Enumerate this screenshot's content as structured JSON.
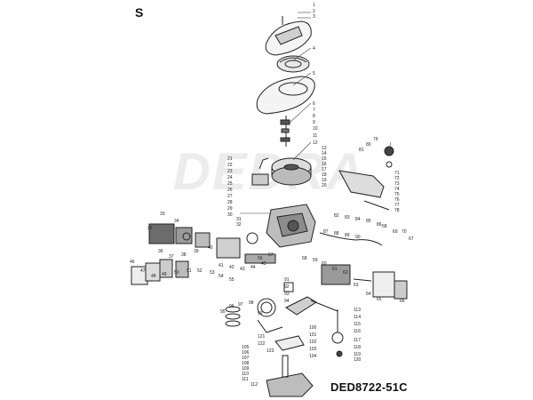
{
  "page": {
    "corner_letter": "S",
    "model_code": "DED8722-51C",
    "watermark": "DEDRA"
  },
  "callouts": [
    "1",
    "2",
    "3",
    "4",
    "5",
    "6",
    "7",
    "8",
    "9",
    "10",
    "11",
    "12",
    "13",
    "14",
    "15",
    "16",
    "17",
    "18",
    "19",
    "20",
    "21",
    "22",
    "23",
    "24",
    "25",
    "26",
    "27",
    "28",
    "29",
    "30",
    "31",
    "32",
    "33",
    "34",
    "35",
    "36",
    "37",
    "38",
    "39",
    "40",
    "41",
    "42",
    "43",
    "44",
    "45",
    "46",
    "47",
    "48",
    "49",
    "50",
    "51",
    "52",
    "53",
    "54",
    "55",
    "56",
    "57",
    "58",
    "59",
    "60",
    "61",
    "62",
    "63",
    "64",
    "65",
    "66",
    "67",
    "68",
    "69",
    "70",
    "71",
    "72",
    "73",
    "74",
    "75",
    "76",
    "77",
    "78",
    "79",
    "80",
    "81",
    "82",
    "83",
    "84",
    "85",
    "86",
    "87",
    "88",
    "89",
    "90",
    "91",
    "92",
    "93",
    "94",
    "95",
    "96",
    "97",
    "98",
    "99",
    "100",
    "101",
    "102",
    "103",
    "104",
    "105",
    "106",
    "107",
    "108",
    "109",
    "110",
    "111",
    "112",
    "113",
    "114",
    "115",
    "116",
    "117",
    "118",
    "119",
    "120",
    "121",
    "122",
    "123"
  ]
}
